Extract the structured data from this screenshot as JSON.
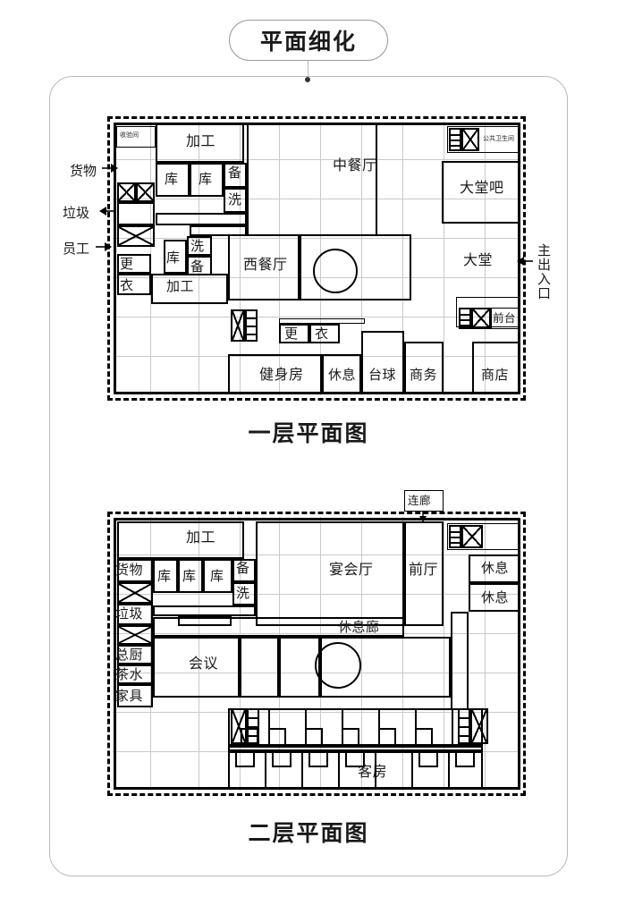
{
  "page": {
    "title": "平面细化",
    "background": "#ffffff",
    "line_color": "#000000",
    "grid_color": "#c9c9c9",
    "card_border": "#b9b9b9"
  },
  "floor1": {
    "caption": "一层平面图",
    "exterior_labels": [
      {
        "text": "货物",
        "meaning": "goods-entry"
      },
      {
        "text": "垃圾",
        "meaning": "refuse-exit"
      },
      {
        "text": "员工",
        "meaning": "staff-entry"
      },
      {
        "text": "主出入口",
        "meaning": "main-entrance"
      }
    ],
    "rooms": [
      {
        "text": "收验间",
        "meaning": "receiving-inspection"
      },
      {
        "text": "加工",
        "meaning": "food-processing"
      },
      {
        "text": "库",
        "meaning": "storage-1"
      },
      {
        "text": "库",
        "meaning": "storage-2"
      },
      {
        "text": "备",
        "meaning": "preparation-1"
      },
      {
        "text": "洗",
        "meaning": "washing-1"
      },
      {
        "text": "中餐厅",
        "meaning": "chinese-restaurant"
      },
      {
        "text": "公共卫生间",
        "meaning": "public-restroom"
      },
      {
        "text": "大堂吧",
        "meaning": "lobby-bar"
      },
      {
        "text": "大堂",
        "meaning": "lobby"
      },
      {
        "text": "前台",
        "meaning": "reception-desk"
      },
      {
        "text": "库",
        "meaning": "storage-3"
      },
      {
        "text": "洗",
        "meaning": "washing-2"
      },
      {
        "text": "备",
        "meaning": "preparation-2"
      },
      {
        "text": "加工",
        "meaning": "food-processing-2"
      },
      {
        "text": "更",
        "meaning": "changing-1"
      },
      {
        "text": "衣",
        "meaning": "changing-2"
      },
      {
        "text": "西餐厅",
        "meaning": "western-restaurant"
      },
      {
        "text": "更",
        "meaning": "locker-men"
      },
      {
        "text": "衣",
        "meaning": "locker-women"
      },
      {
        "text": "健身房",
        "meaning": "gym"
      },
      {
        "text": "休息",
        "meaning": "lounge"
      },
      {
        "text": "台球",
        "meaning": "billiards"
      },
      {
        "text": "商务",
        "meaning": "business-center"
      },
      {
        "text": "商店",
        "meaning": "shop"
      }
    ]
  },
  "floor2": {
    "caption": "二层平面图",
    "exterior_labels": [
      {
        "text": "连廊",
        "meaning": "connecting-corridor"
      }
    ],
    "rooms": [
      {
        "text": "加工",
        "meaning": "food-processing"
      },
      {
        "text": "货物",
        "meaning": "goods"
      },
      {
        "text": "库",
        "meaning": "storage-1"
      },
      {
        "text": "库",
        "meaning": "storage-2"
      },
      {
        "text": "库",
        "meaning": "storage-3"
      },
      {
        "text": "备",
        "meaning": "preparation"
      },
      {
        "text": "洗",
        "meaning": "washing"
      },
      {
        "text": "宴会厅",
        "meaning": "banquet-hall"
      },
      {
        "text": "前厅",
        "meaning": "foyer"
      },
      {
        "text": "休息",
        "meaning": "lounge-1"
      },
      {
        "text": "休息",
        "meaning": "lounge-2"
      },
      {
        "text": "垃圾",
        "meaning": "refuse"
      },
      {
        "text": "休息廊",
        "meaning": "lounge-corridor"
      },
      {
        "text": "总厨",
        "meaning": "head-chef"
      },
      {
        "text": "茶水",
        "meaning": "pantry"
      },
      {
        "text": "会议",
        "meaning": "meeting-room"
      },
      {
        "text": "家具",
        "meaning": "furniture-store"
      },
      {
        "text": "客房",
        "meaning": "guest-rooms"
      }
    ]
  }
}
